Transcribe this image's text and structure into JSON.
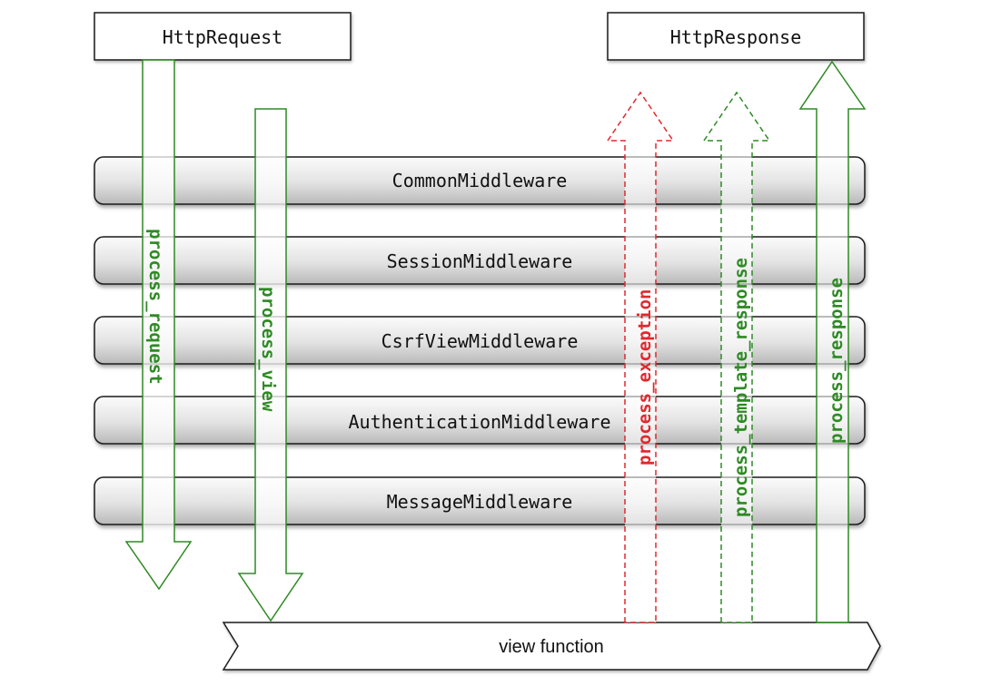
{
  "boxes": {
    "request": "HttpRequest",
    "response": "HttpResponse"
  },
  "middleware": [
    "CommonMiddleware",
    "SessionMiddleware",
    "CsrfViewMiddleware",
    "AuthenticationMiddleware",
    "MessageMiddleware"
  ],
  "view_function": "view function",
  "arrows": {
    "process_request": "process_request",
    "process_view": "process_view",
    "process_exception": "process_exception",
    "process_template_response": "process_template_response",
    "process_response": "process_response"
  },
  "colors": {
    "green": "#2e8a24",
    "red": "#e0282d",
    "box_border": "#1a1a1a",
    "bar_gradient_top": "#f7f7f7",
    "bar_gradient_bottom": "#bdbdbd"
  }
}
